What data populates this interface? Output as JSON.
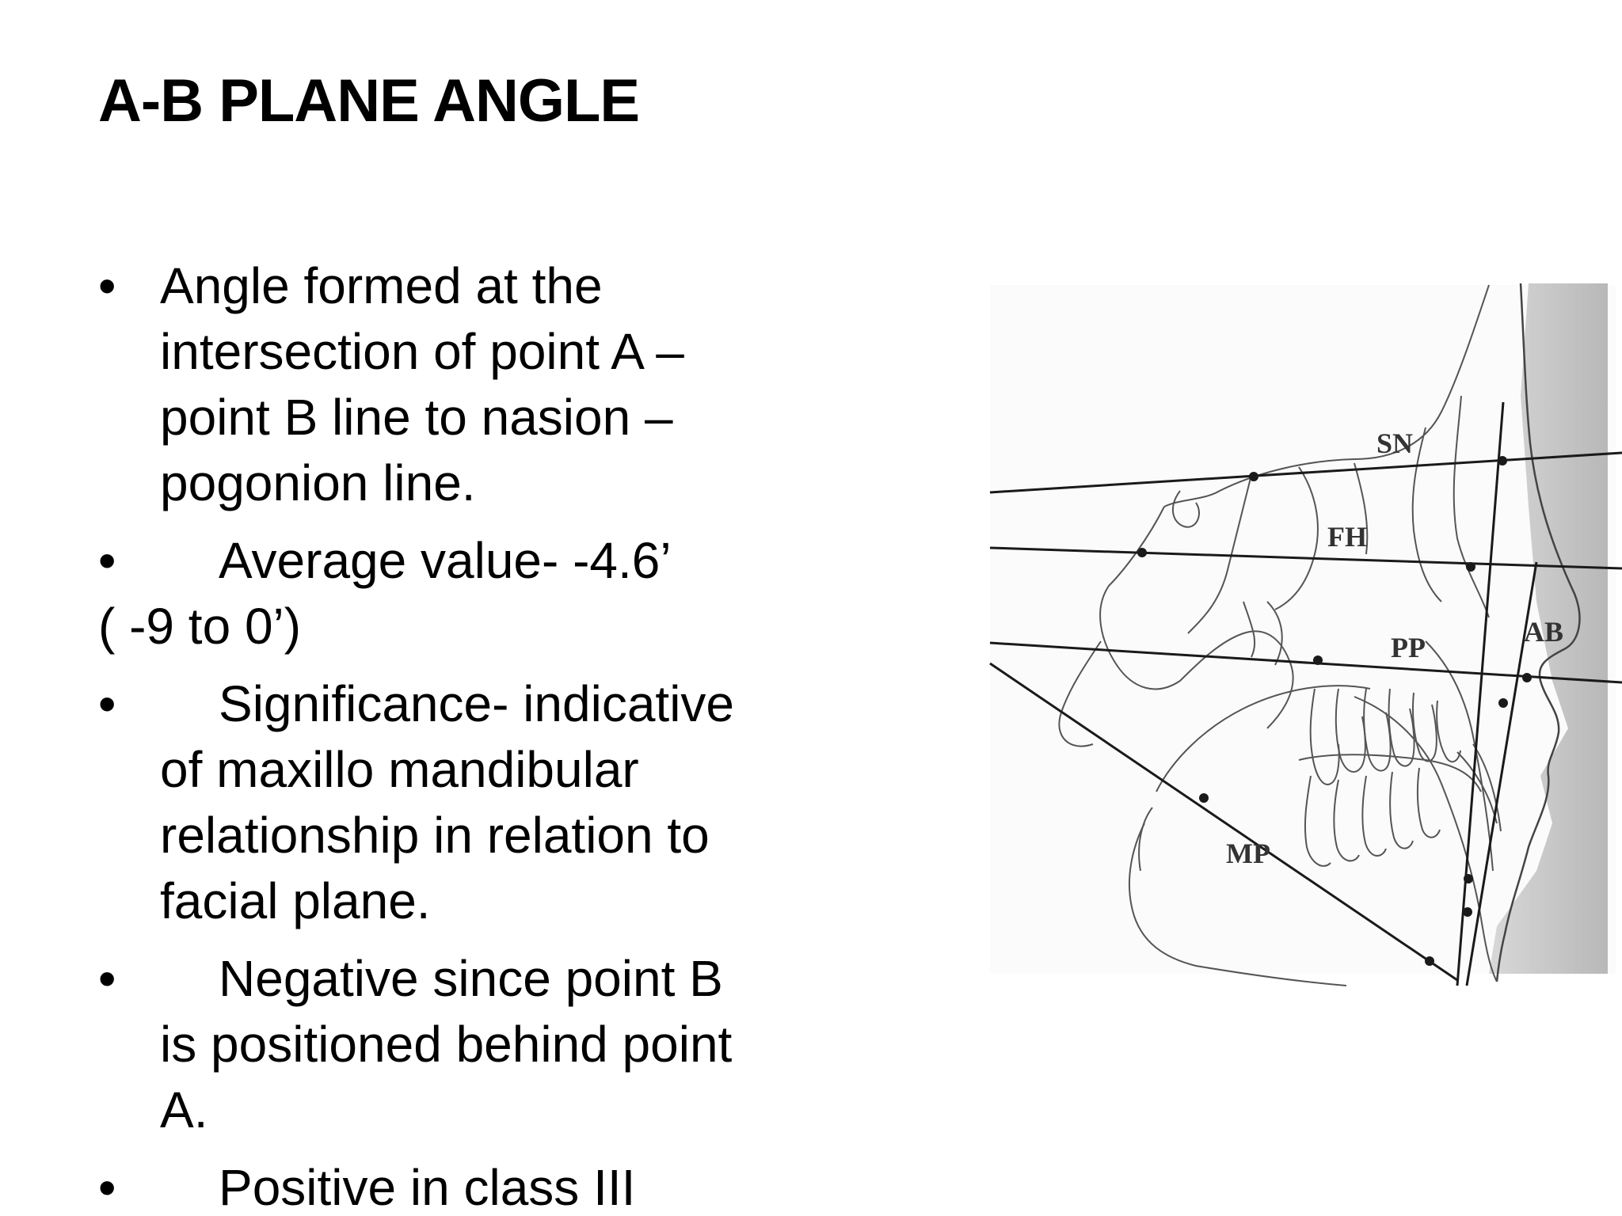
{
  "slide": {
    "title": "A-B PLANE ANGLE",
    "bullet_symbol": "•",
    "bullets": [
      {
        "lines": [
          "Angle formed at the",
          "intersection of  point A –",
          "point B line to nasion –",
          "pogonion line."
        ]
      },
      {
        "lines": [
          "Average value- -4.6’",
          "( -9 to 0’)"
        ]
      },
      {
        "lines": [
          "Significance- indicative",
          "of maxillo mandibular",
          "relationship in relation to",
          "facial plane."
        ]
      },
      {
        "lines": [
          "Negative since point B",
          "is positioned behind point",
          "A."
        ]
      },
      {
        "lines": [
          "Positive in class III"
        ]
      }
    ]
  },
  "diagram": {
    "labels": {
      "sn": "SN",
      "fh": "FH",
      "pp": "PP",
      "ab": "AB",
      "mp": "MP"
    },
    "colors": {
      "line": "#1a1a1a",
      "tracing": "#555555",
      "shade": "#c8c8c8"
    }
  }
}
